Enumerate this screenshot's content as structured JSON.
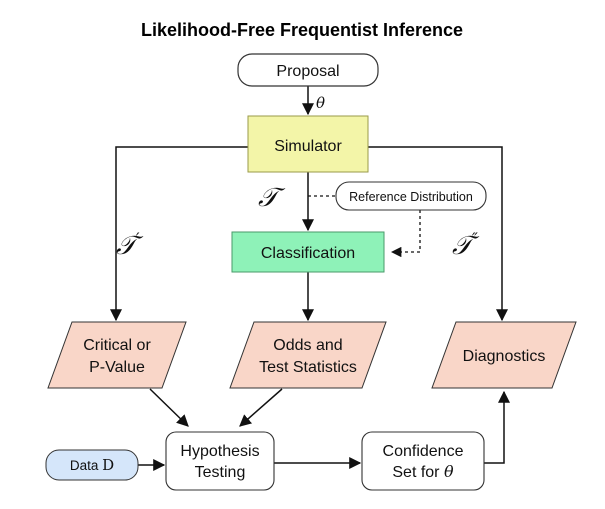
{
  "title": "Likelihood-Free Frequentist Inference",
  "colors": {
    "simulator": "#f3f5a8",
    "classification": "#8ef2b8",
    "output": "#f9d6c8",
    "data": "#d5e6fa",
    "default": "#ffffff"
  },
  "nodes": {
    "proposal": "Proposal",
    "simulator": "Simulator",
    "classification": "Classification",
    "reference": "Reference Distribution",
    "critical_line1": "Critical or",
    "critical_line2": "P-Value",
    "odds_line1": "Odds and",
    "odds_line2": "Test Statistics",
    "diagnostics": "Diagnostics",
    "data_prefix": "Data",
    "data_symbol": "D",
    "hypothesis_line1": "Hypothesis",
    "hypothesis_line2": "Testing",
    "confidence_line1": "Confidence",
    "confidence_line2_prefix": "Set for",
    "confidence_line2_symbol": "θ"
  },
  "edge_labels": {
    "theta": "θ",
    "T": "𝒯",
    "T_prime": "𝒯",
    "prime": "′",
    "T_double_prime": "𝒯",
    "double_prime": "″"
  }
}
